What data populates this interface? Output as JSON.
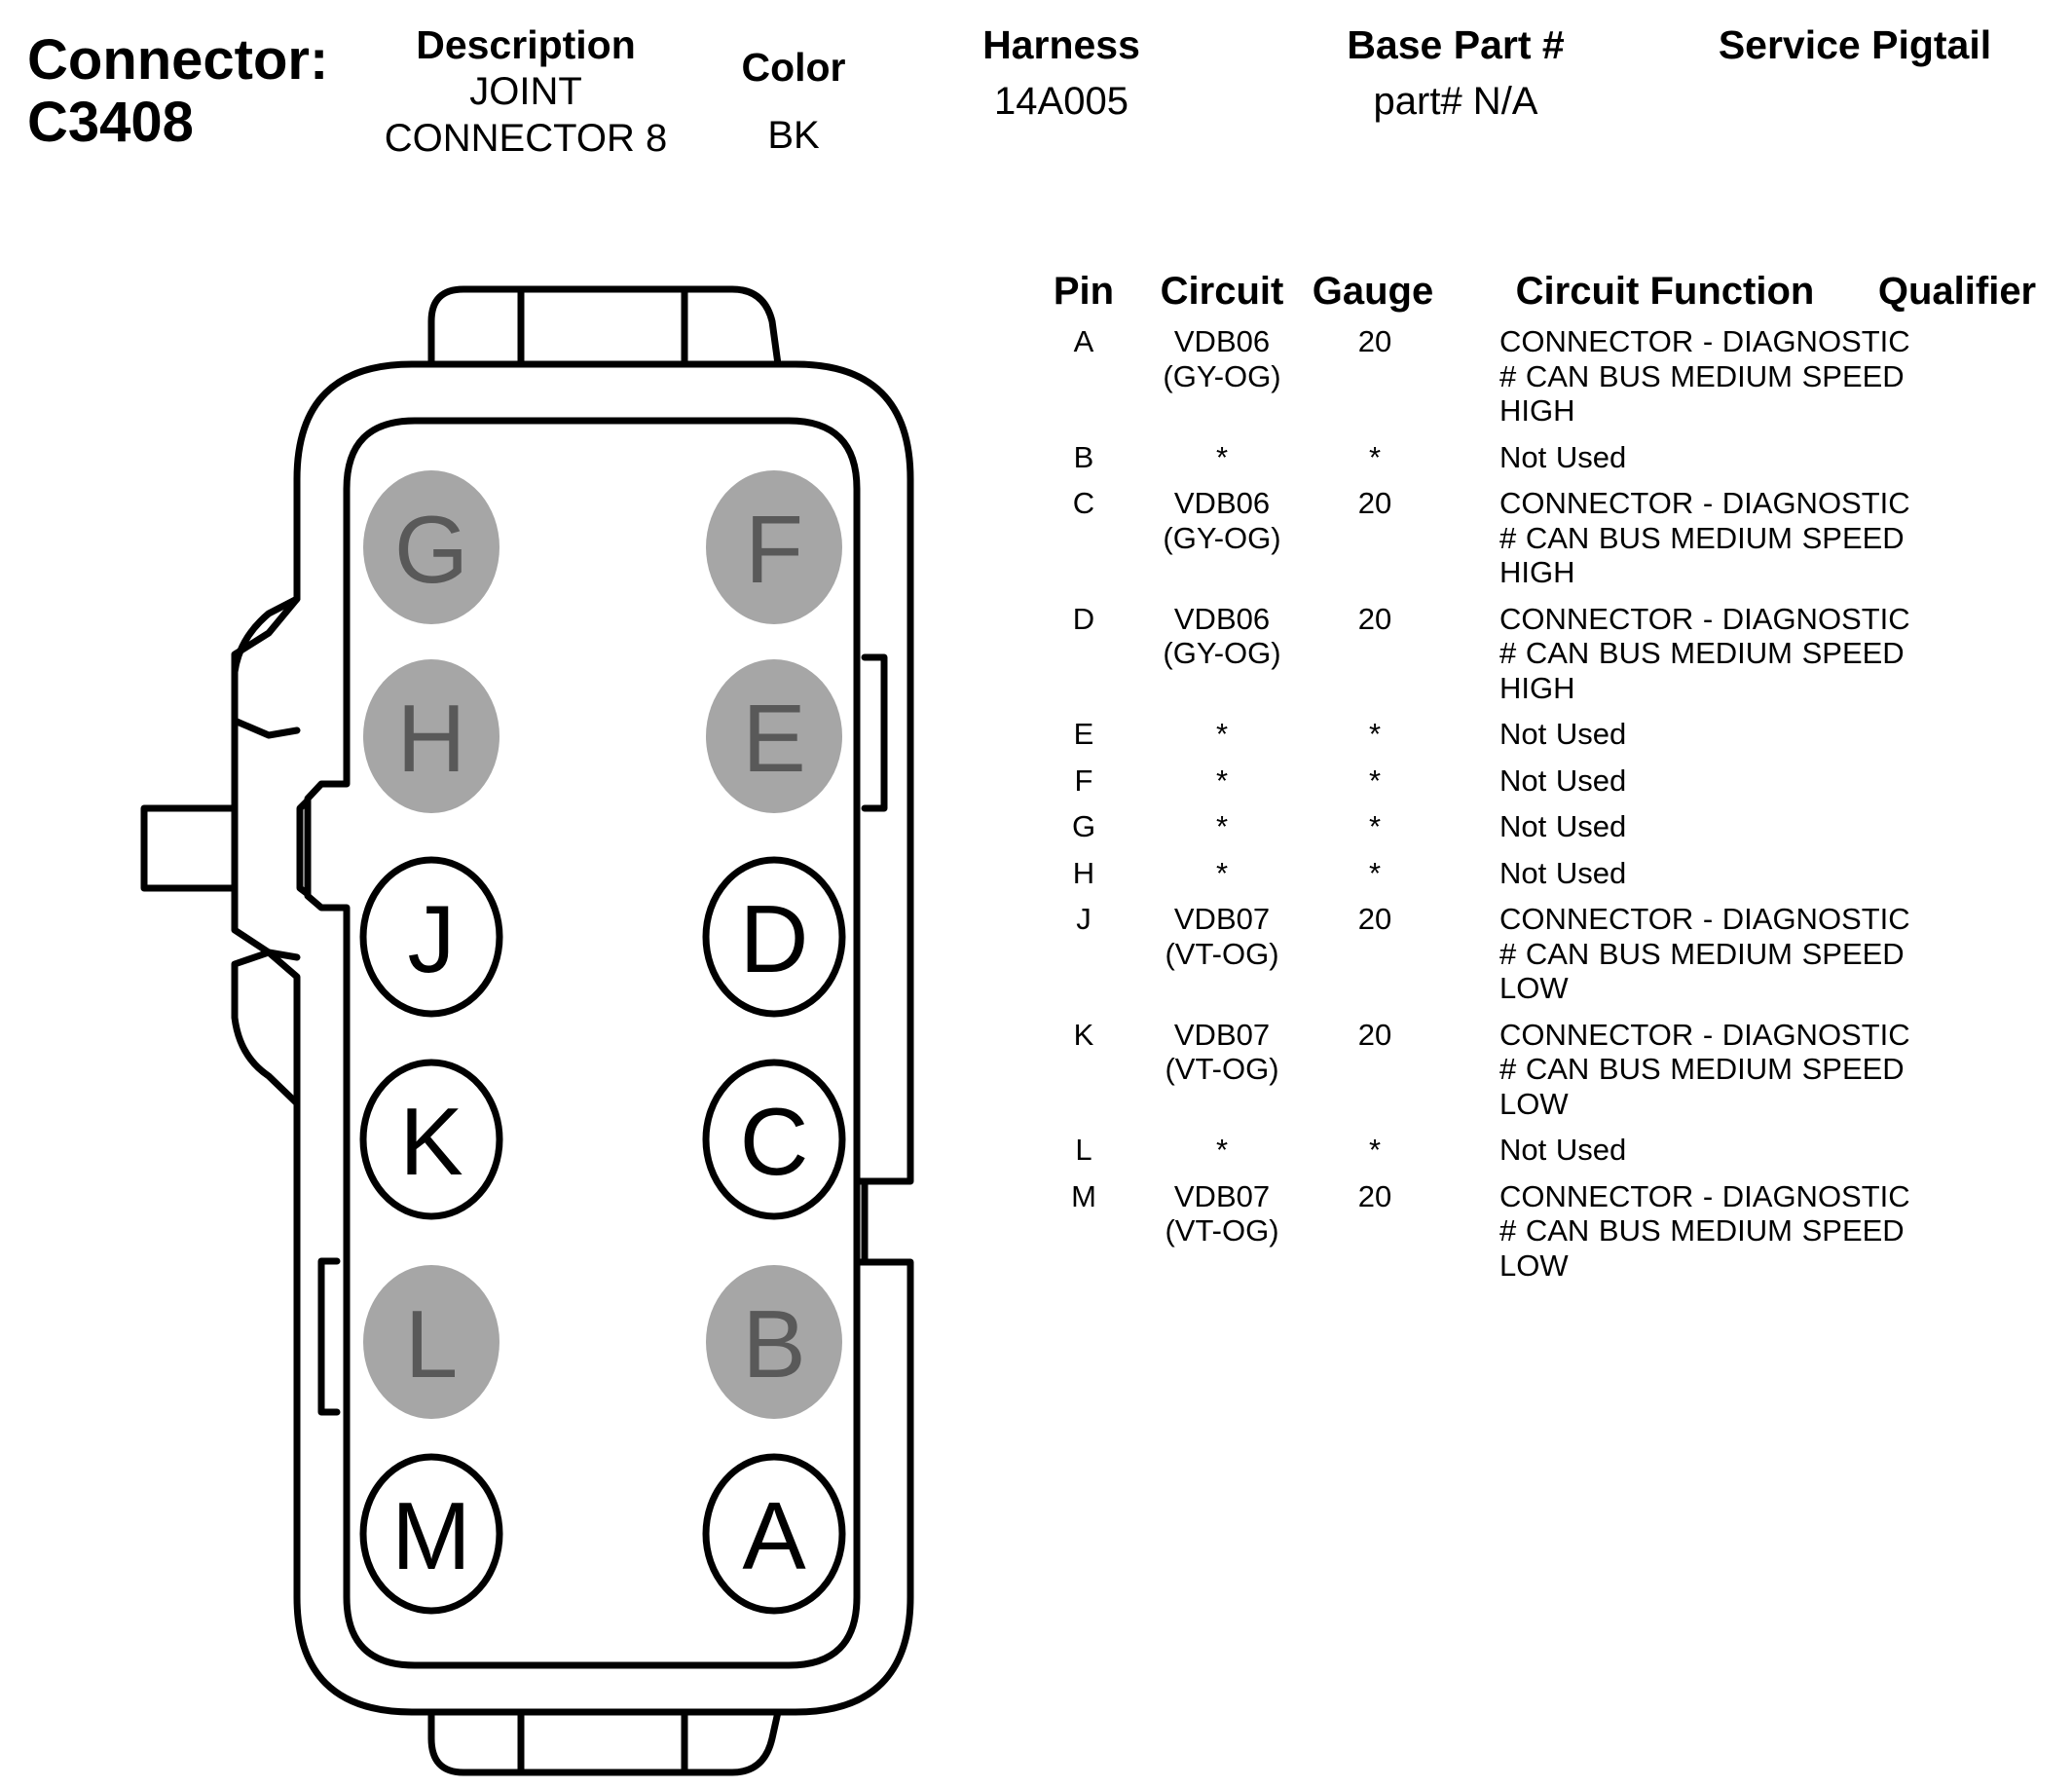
{
  "header": {
    "title_line1": "Connector:",
    "title_line2": "C3408",
    "description": {
      "label": "Description",
      "line1": "JOINT",
      "line2": "CONNECTOR 8"
    },
    "color": {
      "label": "Color",
      "value": "BK"
    },
    "harness": {
      "label": "Harness",
      "value": "14A005"
    },
    "base_part": {
      "label": "Base Part #",
      "value": "part# N/A"
    },
    "service_pigtail": {
      "label": "Service Pigtail",
      "value": ""
    }
  },
  "table": {
    "headers": {
      "pin": "Pin",
      "circuit": "Circuit",
      "gauge": "Gauge",
      "function": "Circuit Function",
      "qualifier": "Qualifier"
    },
    "rows": [
      {
        "pin": "A",
        "circuit": "VDB06",
        "wire": "(GY-OG)",
        "gauge": "20",
        "function": [
          "CONNECTOR - DIAGNOSTIC",
          "# CAN BUS MEDIUM SPEED",
          "HIGH"
        ],
        "qualifier": ""
      },
      {
        "pin": "B",
        "circuit": "*",
        "wire": "",
        "gauge": "*",
        "function": [
          "Not Used"
        ],
        "qualifier": ""
      },
      {
        "pin": "C",
        "circuit": "VDB06",
        "wire": "(GY-OG)",
        "gauge": "20",
        "function": [
          "CONNECTOR - DIAGNOSTIC",
          "# CAN BUS MEDIUM SPEED",
          "HIGH"
        ],
        "qualifier": ""
      },
      {
        "pin": "D",
        "circuit": "VDB06",
        "wire": "(GY-OG)",
        "gauge": "20",
        "function": [
          "CONNECTOR - DIAGNOSTIC",
          "# CAN BUS MEDIUM SPEED",
          "HIGH"
        ],
        "qualifier": ""
      },
      {
        "pin": "E",
        "circuit": "*",
        "wire": "",
        "gauge": "*",
        "function": [
          "Not Used"
        ],
        "qualifier": ""
      },
      {
        "pin": "F",
        "circuit": "*",
        "wire": "",
        "gauge": "*",
        "function": [
          "Not Used"
        ],
        "qualifier": ""
      },
      {
        "pin": "G",
        "circuit": "*",
        "wire": "",
        "gauge": "*",
        "function": [
          "Not Used"
        ],
        "qualifier": ""
      },
      {
        "pin": "H",
        "circuit": "*",
        "wire": "",
        "gauge": "*",
        "function": [
          "Not Used"
        ],
        "qualifier": ""
      },
      {
        "pin": "J",
        "circuit": "VDB07",
        "wire": "(VT-OG)",
        "gauge": "20",
        "function": [
          "CONNECTOR - DIAGNOSTIC",
          "# CAN BUS MEDIUM SPEED",
          "LOW"
        ],
        "qualifier": ""
      },
      {
        "pin": "K",
        "circuit": "VDB07",
        "wire": "(VT-OG)",
        "gauge": "20",
        "function": [
          "CONNECTOR - DIAGNOSTIC",
          "# CAN BUS MEDIUM SPEED",
          "LOW"
        ],
        "qualifier": ""
      },
      {
        "pin": "L",
        "circuit": "*",
        "wire": "",
        "gauge": "*",
        "function": [
          "Not Used"
        ],
        "qualifier": ""
      },
      {
        "pin": "M",
        "circuit": "VDB07",
        "wire": "(VT-OG)",
        "gauge": "20",
        "function": [
          "CONNECTOR - DIAGNOSTIC",
          "# CAN BUS MEDIUM SPEED",
          "LOW"
        ],
        "qualifier": ""
      }
    ]
  },
  "connector": {
    "used_pin_fill": "#ffffff",
    "unused_pin_fill": "#a6a6a6",
    "unused_label_color": "#595959",
    "outline_color": "#000000",
    "pins": [
      {
        "label": "G",
        "used": false
      },
      {
        "label": "F",
        "used": false
      },
      {
        "label": "H",
        "used": false
      },
      {
        "label": "E",
        "used": false
      },
      {
        "label": "J",
        "used": true
      },
      {
        "label": "D",
        "used": true
      },
      {
        "label": "K",
        "used": true
      },
      {
        "label": "C",
        "used": true
      },
      {
        "label": "L",
        "used": false
      },
      {
        "label": "B",
        "used": false
      },
      {
        "label": "M",
        "used": true
      },
      {
        "label": "A",
        "used": true
      }
    ]
  }
}
